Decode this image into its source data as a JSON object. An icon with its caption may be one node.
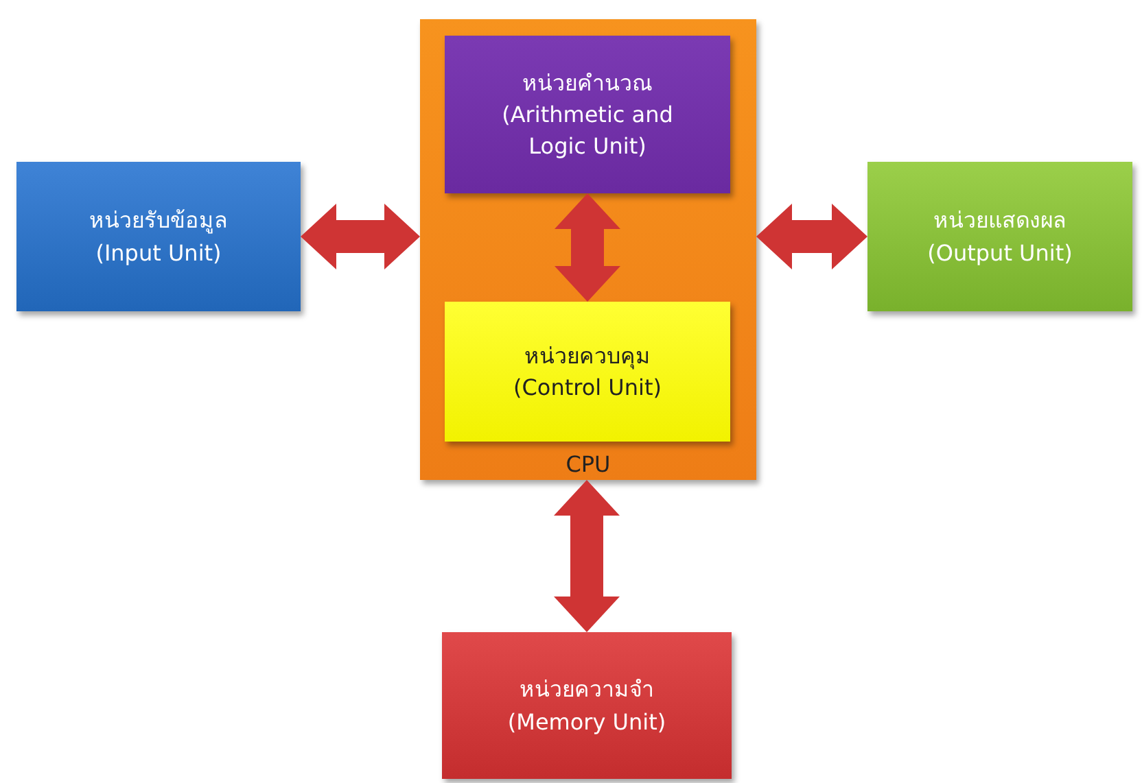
{
  "diagram": {
    "nodes": [
      {
        "text": [
          "CPU"
        ]
      },
      {
        "text": [
          "หน่วยรับข้อมูล",
          "(Input Unit)"
        ]
      },
      {
        "text": [
          "หน่วยคำนวณ",
          "(Arithmetic and Logic Unit)"
        ],
        "in": 0
      },
      {
        "text": [
          "หน่วยควบคุม",
          "(Control Unit)"
        ],
        "in": 0
      },
      {
        "text": [
          "หน่วยแสดงผล",
          "(Output Unit)"
        ]
      },
      {
        "text": [
          "หน่วยความจำ",
          "(Memory Unit)"
        ]
      }
    ],
    "edges": [
      {
        "from": 1,
        "to": 0,
        "arrow": "both"
      },
      {
        "from": 2,
        "to": 3,
        "arrow": "both"
      },
      {
        "from": 0,
        "to": 4,
        "arrow": "both"
      },
      {
        "from": 0,
        "to": 5,
        "arrow": "both"
      }
    ]
  }
}
